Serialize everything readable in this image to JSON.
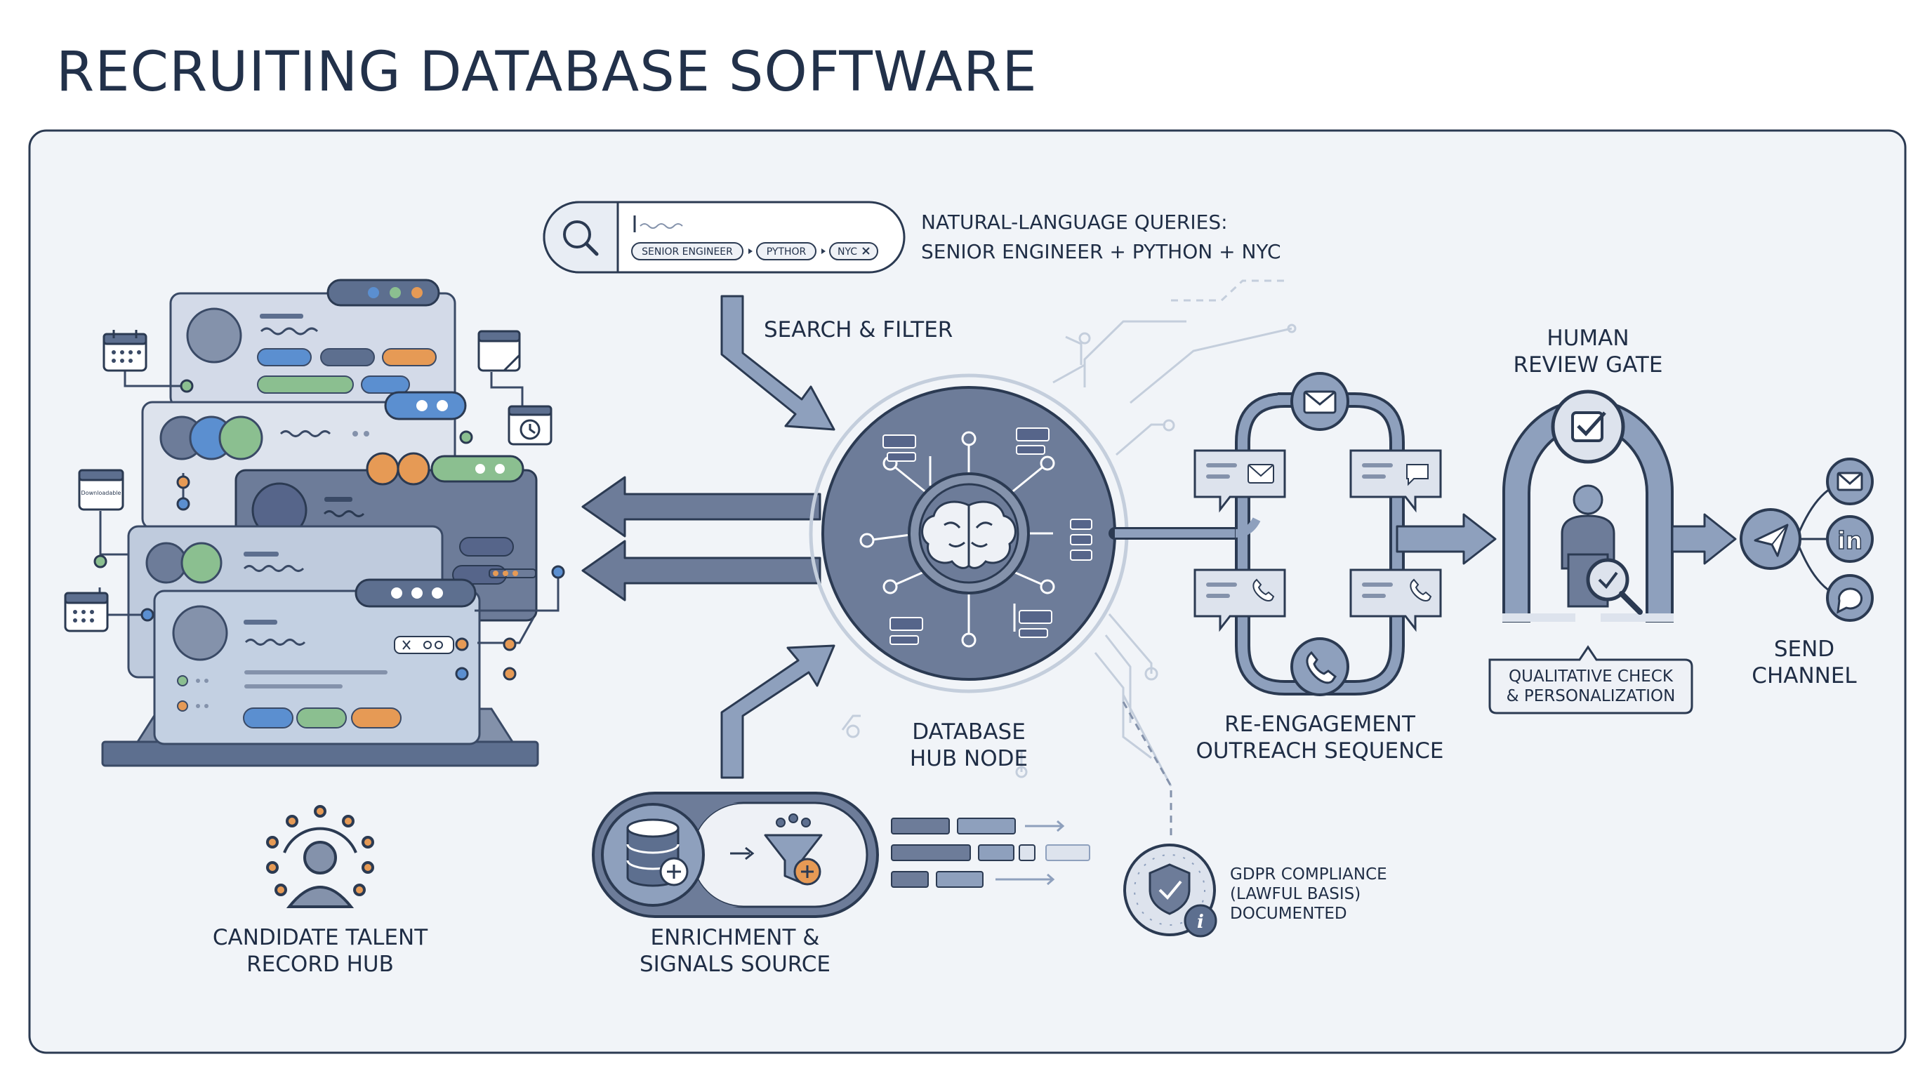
{
  "title": "RECRUITING DATABASE SOFTWARE",
  "search": {
    "chips": [
      "SENIOR ENGINEER",
      "PYTHOR",
      "NYC"
    ],
    "query_title": "NATURAL-LANGUAGE QUERIES:",
    "query_example": "SENIOR ENGINEER + PYTHON + NYC"
  },
  "labels": {
    "search_filter": "SEARCH & FILTER",
    "hub_line1": "DATABASE",
    "hub_line2": "HUB NODE",
    "candidate_line1": "CANDIDATE TALENT",
    "candidate_line2": "RECORD HUB",
    "enrich_line1": "ENRICHMENT &",
    "enrich_line2": "SIGNALS SOURCE",
    "reengage_line1": "RE-ENGAGEMENT",
    "reengage_line2": "OUTREACH SEQUENCE",
    "review_line1": "HUMAN",
    "review_line2": "REVIEW GATE",
    "qual_line1": "QUALITATIVE CHECK",
    "qual_line2": "& PERSONALIZATION",
    "send_line1": "SEND",
    "send_line2": "CHANNEL",
    "gdpr_line1": "GDPR COMPLIANCE",
    "gdpr_line2": "(LAWFUL BASIS)",
    "gdpr_line3": "DOCUMENTED",
    "calendar_tag": "Downloadable"
  },
  "icons": [
    "search-icon",
    "brain-icon",
    "database-icon",
    "funnel-icon",
    "mail-icon",
    "phone-icon",
    "chat-icon",
    "checkbox-icon",
    "person-icon",
    "magnifier-check-icon",
    "paper-plane-icon",
    "linkedin-icon",
    "shield-check-icon",
    "info-icon",
    "calendar-icon",
    "clock-icon",
    "network-person-icon"
  ],
  "colors": {
    "ink": "#22314a",
    "slate": "#5d6f8f",
    "hub": "#6d7c99",
    "panel": "#f1f4f8",
    "blue": "#5b8fd0",
    "green": "#8bbf90",
    "orange": "#e69a55",
    "card": "#c9d3e2"
  }
}
